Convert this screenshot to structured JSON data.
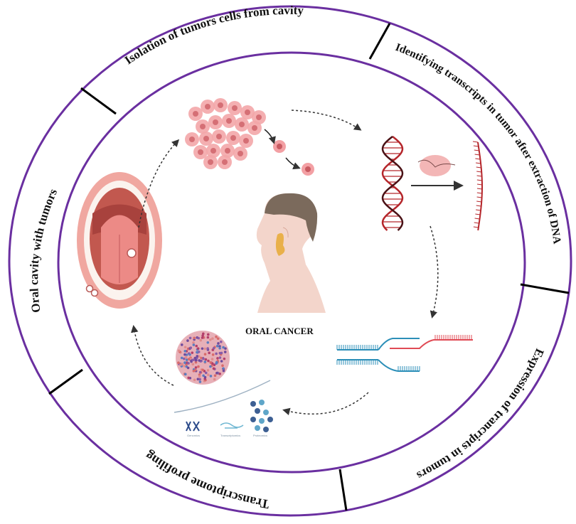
{
  "diagram": {
    "title": "Oral cancer transcriptomics workflow",
    "center_label": "ORAL CANCER",
    "colors": {
      "ring": "#6a2fa0",
      "divider": "#000000",
      "dna_red": "#b5262b",
      "dna_dark": "#4a1216",
      "strand_blue": "#2c8fb8",
      "strand_red": "#e04b55",
      "tissue_pink": "#f2a3a6",
      "skin": "#f2d3c8",
      "hair": "#7b6a5c",
      "gland": "#e9b04a",
      "arrow": "#333333"
    },
    "ring_segments": [
      {
        "id": "isolation",
        "label": "Isolation of tumors cells from cavity"
      },
      {
        "id": "identifying",
        "label": "Identifying  transcripts in tumor after extraction of DNA"
      },
      {
        "id": "expression",
        "label": "Expression of trancripts in tumors"
      },
      {
        "id": "profiling",
        "label": "Transcriptome profiling"
      },
      {
        "id": "oral-cavity",
        "label": "Oral cavity with tumors"
      }
    ],
    "inner_illustrations": [
      {
        "id": "open-mouth",
        "depicts": "open mouth with tongue lesions"
      },
      {
        "id": "tumor-cells",
        "depicts": "cluster of tumor cells detaching"
      },
      {
        "id": "dna-extraction",
        "depicts": "DNA double helix to single transcript strand"
      },
      {
        "id": "strand-separation",
        "depicts": "replicating / unwinding strands"
      },
      {
        "id": "transcriptome",
        "depicts": "tissue sample with DNA, transcripts and proteins"
      },
      {
        "id": "patient-head",
        "depicts": "profile of patient with affected gland"
      }
    ],
    "transcriptome_captions": [
      "Genomics",
      "Transcriptomics",
      "Proteomics"
    ]
  }
}
